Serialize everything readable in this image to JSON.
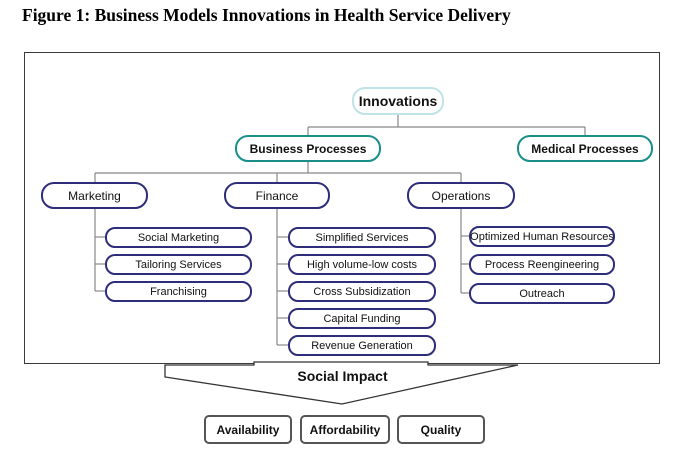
{
  "title": "Figure 1: Business Models Innovations in Health Service Delivery",
  "root": "Innovations",
  "level1": {
    "business_processes": "Business Processes",
    "medical_processes": "Medical Processes"
  },
  "level2": {
    "marketing": "Marketing",
    "finance": "Finance",
    "operations": "Operations"
  },
  "marketing_items": [
    "Social Marketing",
    "Tailoring Services",
    "Franchising"
  ],
  "finance_items": [
    "Simplified Services",
    "High volume-low costs",
    "Cross Subsidization",
    "Capital Funding",
    "Revenue Generation"
  ],
  "operations_items": [
    "Optimized Human Resources",
    "Process Reengineering",
    "Outreach"
  ],
  "social_impact": "Social Impact",
  "outcomes": [
    "Availability",
    "Affordability",
    "Quality"
  ],
  "colors": {
    "root_border": "#bfe3e6",
    "teal": "#1a8f8a",
    "navy": "#2d2d7a",
    "gray": "#555555",
    "connector": "#888888"
  }
}
